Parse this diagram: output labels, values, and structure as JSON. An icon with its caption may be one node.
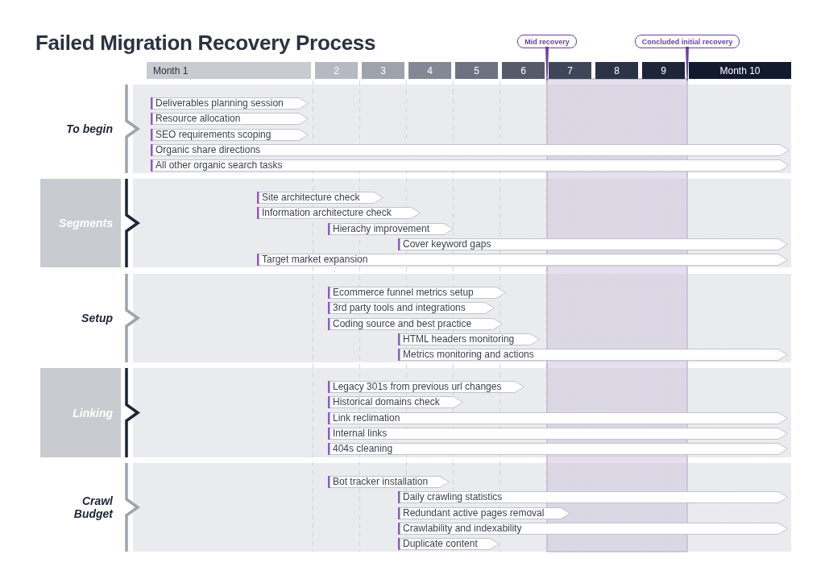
{
  "diagram": {
    "title": "Failed Migration Recovery Process",
    "nodes": [
      {
        "text": [
          "Mid recovery"
        ]
      },
      {
        "text": [
          "Concluded initial recovery"
        ]
      },
      {
        "text": [
          "Month 1"
        ]
      },
      {
        "text": [
          "2"
        ]
      },
      {
        "text": [
          "3"
        ]
      },
      {
        "text": [
          "4"
        ]
      },
      {
        "text": [
          "5"
        ]
      },
      {
        "text": [
          "6"
        ]
      },
      {
        "text": [
          "7"
        ]
      },
      {
        "text": [
          "8"
        ]
      },
      {
        "text": [
          "9"
        ]
      },
      {
        "text": [
          "Month 10"
        ]
      },
      {
        "text": [
          "To begin"
        ]
      },
      {
        "text": [
          "Deliverables planning session"
        ],
        "in": 12
      },
      {
        "text": [
          "Resource allocation"
        ],
        "in": 12
      },
      {
        "text": [
          "SEO requirements scoping"
        ],
        "in": 12
      },
      {
        "text": [
          "Organic share directions"
        ],
        "in": 12
      },
      {
        "text": [
          "All other organic search tasks"
        ],
        "in": 12
      },
      {
        "text": [
          "Segments"
        ]
      },
      {
        "text": [
          "Site architecture check"
        ],
        "in": 18
      },
      {
        "text": [
          "Information architecture check"
        ],
        "in": 18
      },
      {
        "text": [
          "Hierachy improvement"
        ],
        "in": 18
      },
      {
        "text": [
          "Cover keyword gaps"
        ],
        "in": 18
      },
      {
        "text": [
          "Target market expansion"
        ],
        "in": 18
      },
      {
        "text": [
          "Setup"
        ]
      },
      {
        "text": [
          "Ecommerce funnel metrics setup"
        ],
        "in": 24
      },
      {
        "text": [
          "3rd party tools and integrations"
        ],
        "in": 24
      },
      {
        "text": [
          "Coding source and best practice"
        ],
        "in": 24
      },
      {
        "text": [
          "HTML headers monitoring"
        ],
        "in": 24
      },
      {
        "text": [
          "Metrics monitoring and actions"
        ],
        "in": 24
      },
      {
        "text": [
          "Linking"
        ]
      },
      {
        "text": [
          "Legacy 301s from previous url changes"
        ],
        "in": 30
      },
      {
        "text": [
          "Historical domains check"
        ],
        "in": 30
      },
      {
        "text": [
          "Link reclimation"
        ],
        "in": 30
      },
      {
        "text": [
          "Internal links"
        ],
        "in": 30
      },
      {
        "text": [
          "404s cleaning"
        ],
        "in": 30
      },
      {
        "text": [
          "Crawl Budget"
        ]
      },
      {
        "text": [
          "Bot tracker installation"
        ],
        "in": 36
      },
      {
        "text": [
          "Daily crawling statistics"
        ],
        "in": 36
      },
      {
        "text": [
          "Redundant active pages removal"
        ],
        "in": 36
      },
      {
        "text": [
          "Crawlability and indexability"
        ],
        "in": 36
      },
      {
        "text": [
          "Duplicate content"
        ],
        "in": 36
      }
    ]
  }
}
